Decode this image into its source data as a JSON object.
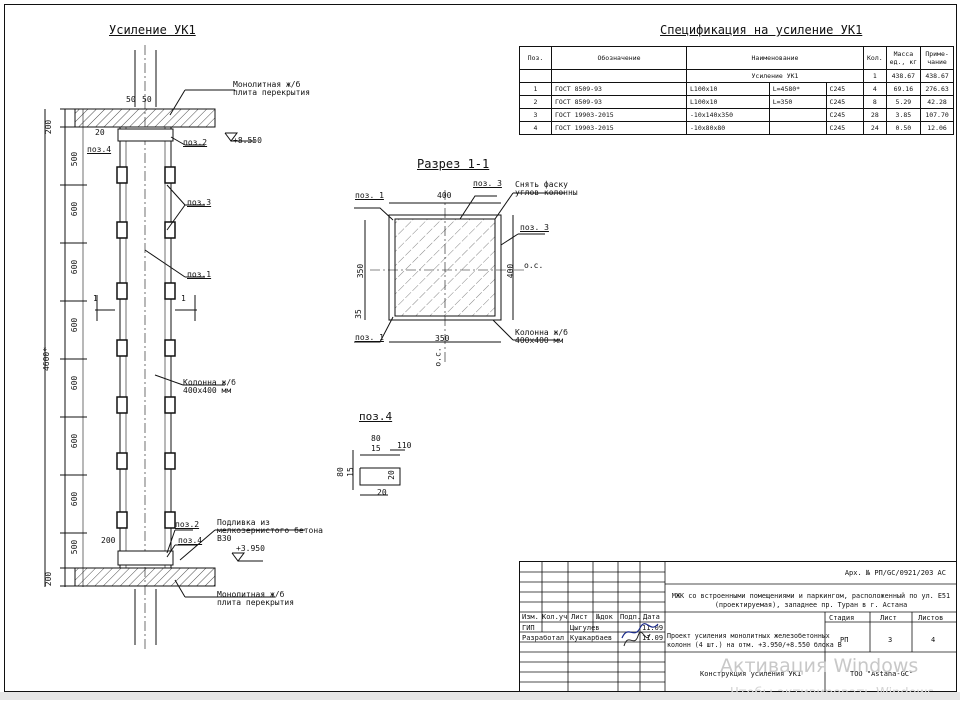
{
  "titles": {
    "main": "Усиление УК1",
    "spec": "Спецификация на усиление УК1",
    "section": "Разрез 1-1",
    "pos4": "поз.4"
  },
  "elevation_labels": {
    "slab_top": "Монолитная ж/б\nплита перекрытия",
    "slab_bottom": "Монолитная ж/б\nплита перекрытия",
    "level_top": "+8.550",
    "level_bottom": "+3.950",
    "poz2_top": "поз.2",
    "poz4_top": "поз.4",
    "poz3": "поз.3",
    "poz1": "поз.1",
    "poz2_bot": "поз.2",
    "poz4_bot": "поз.4",
    "column": "Колонна ж/б\n400х400 мм",
    "grout": "Подливка из\nмелкозернистого бетона\nВ30",
    "dim_total": "4600*",
    "dims": [
      "200",
      "500",
      "600",
      "600",
      "600",
      "600",
      "600",
      "600",
      "500",
      "200"
    ],
    "dim_50a": "50",
    "dim_50b": "50",
    "dim_200": "200",
    "dim_20": "20",
    "cut": "1"
  },
  "section_labels": {
    "poz1_top": "поз. 1",
    "poz3_top": "поз. 3",
    "chamfer": "Снять фаску\nуглов колонны",
    "poz3_right": "поз. 3",
    "poz1_bot": "поз. 1",
    "column": "Колонна ж/б\n400х400 мм",
    "w400": "400",
    "h350": "350",
    "h400": "400",
    "w350": "350",
    "d35": "35",
    "oc": "о.с."
  },
  "pos4_dims": [
    "80",
    "15",
    "110",
    "80",
    "15",
    "20",
    "20"
  ],
  "spec": {
    "headers": [
      "Поз.",
      "Обозначение",
      "Наименование",
      "Кол.",
      "Масса\nед., кг",
      "Приме-\nчание"
    ],
    "group": {
      "name": "Усиление УК1",
      "qty": "1",
      "mass": "438.67",
      "note": "438.67"
    },
    "rows": [
      {
        "pos": "1",
        "doc": "ГОСТ 8509-93",
        "name": "L100х10",
        "len": "L=4580*",
        "steel": "С245",
        "qty": "4",
        "mass": "69.16",
        "note": "276.63"
      },
      {
        "pos": "2",
        "doc": "ГОСТ 8509-93",
        "name": "L100х10",
        "len": "L=350",
        "steel": "С245",
        "qty": "8",
        "mass": "5.29",
        "note": "42.28"
      },
      {
        "pos": "3",
        "doc": "ГОСТ 19903-2015",
        "name": "-10х140х350",
        "len": "",
        "steel": "С245",
        "qty": "28",
        "mass": "3.85",
        "note": "107.70"
      },
      {
        "pos": "4",
        "doc": "ГОСТ 19903-2015",
        "name": "-10х80х80",
        "len": "",
        "steel": "С245",
        "qty": "24",
        "mass": "0.50",
        "note": "12.06"
      }
    ]
  },
  "stamp": {
    "code": "Арх. № РП/GC/0921/203    АС",
    "project": "МЖК со встроенными помещениями и паркингом, расположенный по ул. Е51\n(проектируемая), западнее пр. Туран в г. Астана",
    "cols": [
      "Изм.",
      "Кол.уч",
      "Лист",
      "№док",
      "Подп.",
      "Дата"
    ],
    "gip_role": "ГИП",
    "gip_name": "Цыгулев",
    "gip_date": "11.09",
    "dev_role": "Разработал",
    "dev_name": "Кушкарбаев",
    "dev_date": "11.09",
    "work": "Проект усиления монолитных железобетонных\nколонн (4 шт.) на отм. +3.950/+8.550 блока В",
    "stage_h": "Стадия",
    "sheet_h": "Лист",
    "sheets_h": "Листов",
    "stage": "РП",
    "sheet": "3",
    "sheets": "4",
    "drawing": "Конструкция усиления УК1",
    "org": "ТОО \"Astana-GC\""
  },
  "watermark": {
    "line1": "Активация Windows",
    "line2": "Чтобы активировать Windows"
  }
}
